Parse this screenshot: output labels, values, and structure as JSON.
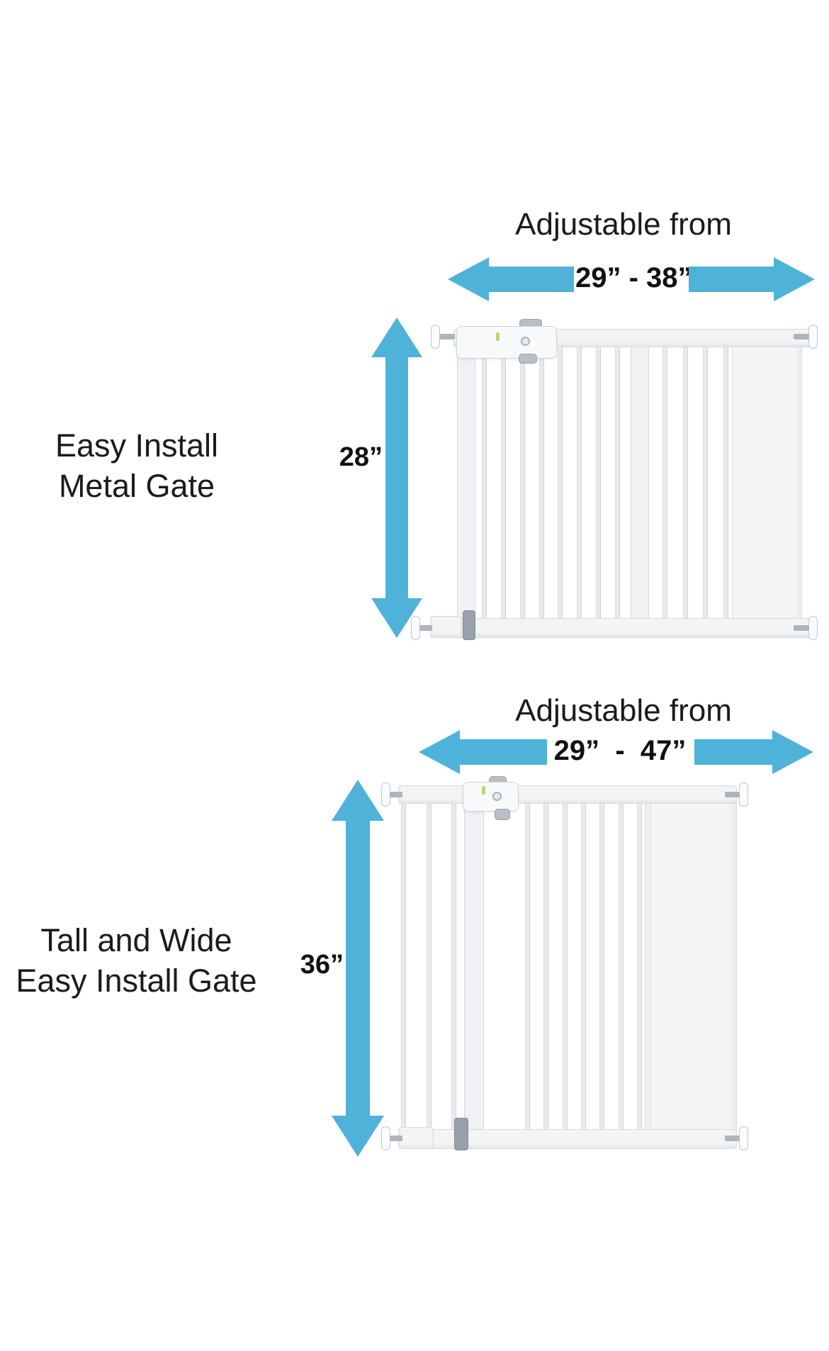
{
  "colors": {
    "arrow_blue": "#4FB2D9",
    "text_dark": "#1b1b1d"
  },
  "sections": [
    {
      "name_line1": "Easy Install",
      "name_line2": "Metal Gate",
      "adjustable_label": "Adjustable from",
      "width_range": "29” - 38”",
      "height_label": "28”",
      "bar_groups": [
        8,
        4
      ]
    },
    {
      "name_line1": "Tall and Wide",
      "name_line2": "Easy Install Gate",
      "adjustable_label": "Adjustable from",
      "width_range": "29”  -  47”",
      "height_label": "36”",
      "bar_groups": [
        3,
        7
      ]
    }
  ]
}
